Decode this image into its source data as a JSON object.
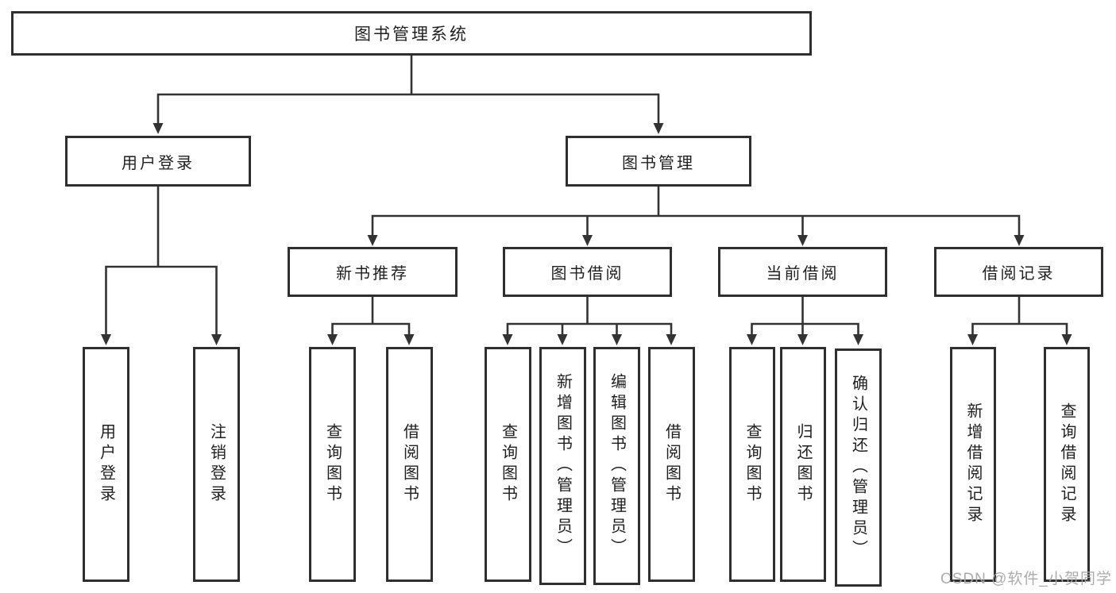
{
  "tree": {
    "label": "图书管理系统",
    "children": [
      {
        "label": "用户登录",
        "children": [
          {
            "label": "用户登录"
          },
          {
            "label": "注销登录"
          }
        ]
      },
      {
        "label": "图书管理",
        "children": [
          {
            "label": "新书推荐",
            "children": [
              {
                "label": "查询图书"
              },
              {
                "label": "借阅图书"
              }
            ]
          },
          {
            "label": "图书借阅",
            "children": [
              {
                "label": "查询图书"
              },
              {
                "label": "新增图书（管理员）"
              },
              {
                "label": "编辑图书（管理员）"
              },
              {
                "label": "借阅图书"
              }
            ]
          },
          {
            "label": "当前借阅",
            "children": [
              {
                "label": "查询图书"
              },
              {
                "label": "归还图书"
              },
              {
                "label": "确认归还（管理员）"
              }
            ]
          },
          {
            "label": "借阅记录",
            "children": [
              {
                "label": "新增借阅记录"
              },
              {
                "label": "查询借阅记录"
              }
            ]
          }
        ]
      }
    ]
  },
  "watermark": {
    "text": "CSDN @软件_小贺同学"
  },
  "colors": {
    "line": "#333333",
    "box_border": "#2f2f2f",
    "box_background": "#ffffff",
    "text": "#1f1f1f",
    "watermark": "#a8a8a8",
    "background": "#ffffff"
  }
}
